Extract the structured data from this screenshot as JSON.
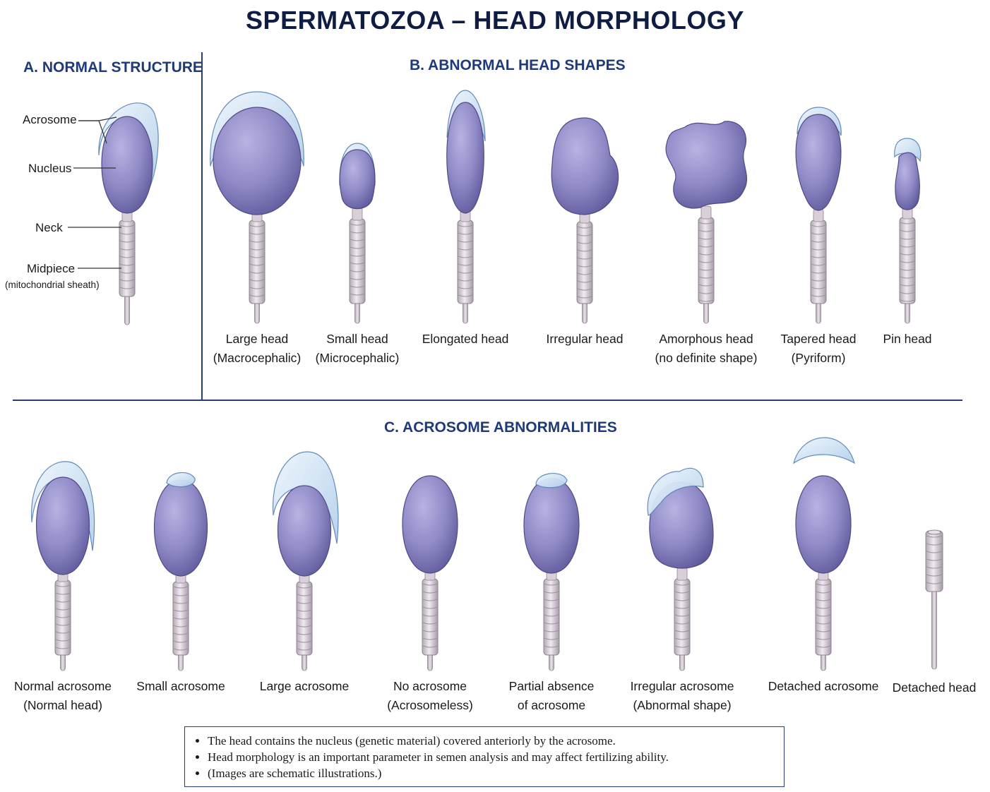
{
  "title": "SPERMATOZOA – HEAD MORPHOLOGY",
  "sections": {
    "a": {
      "title": "A. NORMAL STRUCTURE",
      "parts": [
        "Acrosome",
        "Nucleus",
        "Neck",
        "Midpiece"
      ],
      "midpiece_note": "(mitochondrial sheath)"
    },
    "b": {
      "title": "B. ABNORMAL HEAD SHAPES",
      "items": [
        {
          "line1": "Large head",
          "line2": "(Macrocephalic)"
        },
        {
          "line1": "Small head",
          "line2": "(Microcephalic)"
        },
        {
          "line1": "Elongated head",
          "line2": ""
        },
        {
          "line1": "Irregular head",
          "line2": ""
        },
        {
          "line1": "Amorphous head",
          "line2": "(no definite shape)"
        },
        {
          "line1": "Tapered head",
          "line2": "(Pyriform)"
        },
        {
          "line1": "Pin head",
          "line2": ""
        }
      ]
    },
    "c": {
      "title": "C. ACROSOME ABNORMALITIES",
      "items": [
        {
          "line1": "Normal acrosome",
          "line2": "(Normal head)"
        },
        {
          "line1": "Small acrosome",
          "line2": ""
        },
        {
          "line1": "Large acrosome",
          "line2": ""
        },
        {
          "line1": "No acrosome",
          "line2": "(Acrosomeless)"
        },
        {
          "line1": "Partial absence",
          "line2": "of acrosome"
        },
        {
          "line1": "Irregular acrosome",
          "line2": "(Abnormal shape)"
        },
        {
          "line1": "Detached acrosome",
          "line2": ""
        },
        {
          "line1": "Detached head",
          "line2": ""
        }
      ]
    }
  },
  "notes": [
    "The head contains the nucleus (genetic material) covered anteriorly by the acrosome.",
    "Head morphology is an important parameter in semen analysis and may affect fertilizing ability.",
    "(Images are schematic illustrations.)"
  ],
  "colors": {
    "title": "#0f1d45",
    "section_title": "#1f3a7a",
    "nucleus": "#8f89c6",
    "acrosome": "#c9dff2",
    "midpiece": "#d9d1d8",
    "divider": "#2b3f72"
  }
}
